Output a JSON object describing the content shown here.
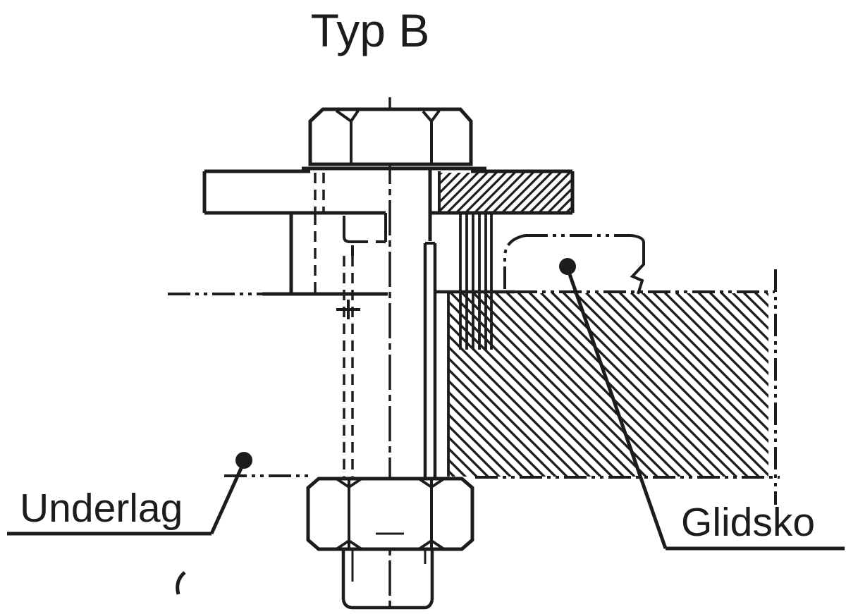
{
  "meta": {
    "background_color": "#ffffff",
    "line_color": "#1c1c1c",
    "drawing_style": "technical-section-view"
  },
  "diagram": {
    "title": "Typ B",
    "callouts": [
      {
        "id": "underlag",
        "label": "Underlag",
        "position": "bottom-left"
      },
      {
        "id": "glidsko",
        "label": "Glidsko",
        "position": "bottom-right"
      }
    ],
    "parts": [
      "hex-bolt-head",
      "washer",
      "clamp-plate-sectioned",
      "support-block",
      "bolt-shank",
      "sleeve",
      "beam-block-sectioned",
      "slide-shoe-phantom-outline",
      "hex-nut",
      "thread-stub"
    ]
  }
}
